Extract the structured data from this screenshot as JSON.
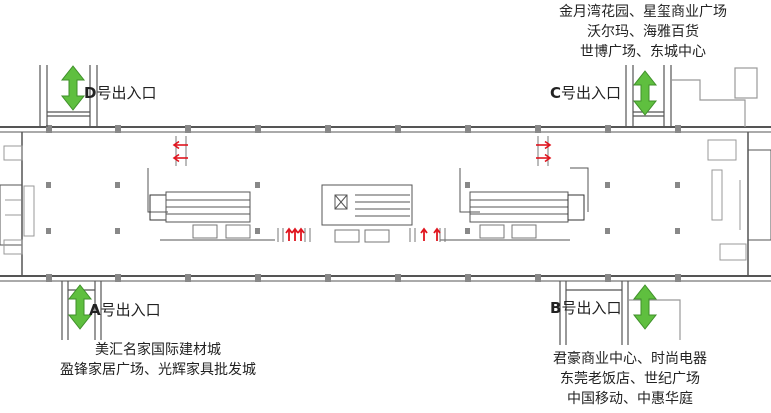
{
  "exits": {
    "A": {
      "letter": "A",
      "suffix": "号出入口"
    },
    "B": {
      "letter": "B",
      "suffix": "号出入口"
    },
    "C": {
      "letter": "C",
      "suffix": "号出入口"
    },
    "D": {
      "letter": "D",
      "suffix": "号出入口"
    }
  },
  "destinations": {
    "A": [
      "美汇名家国际建材城",
      "盈锋家居广场、光辉家具批发城"
    ],
    "B": [
      "君豪商业中心、时尚电器",
      "东莞老饭店、世纪广场",
      "中国移动、中惠华庭"
    ],
    "C": [
      "金月湾花园、星玺商业广场",
      "沃尔玛、海雅百货",
      "世博广场、东城中心"
    ]
  },
  "colors": {
    "arrow_green": "#5fbf3f",
    "arrow_green_edge": "#3f8f2a",
    "flow_red": "#e0141e",
    "wall": "#555555",
    "detail": "#9a9a9a"
  }
}
